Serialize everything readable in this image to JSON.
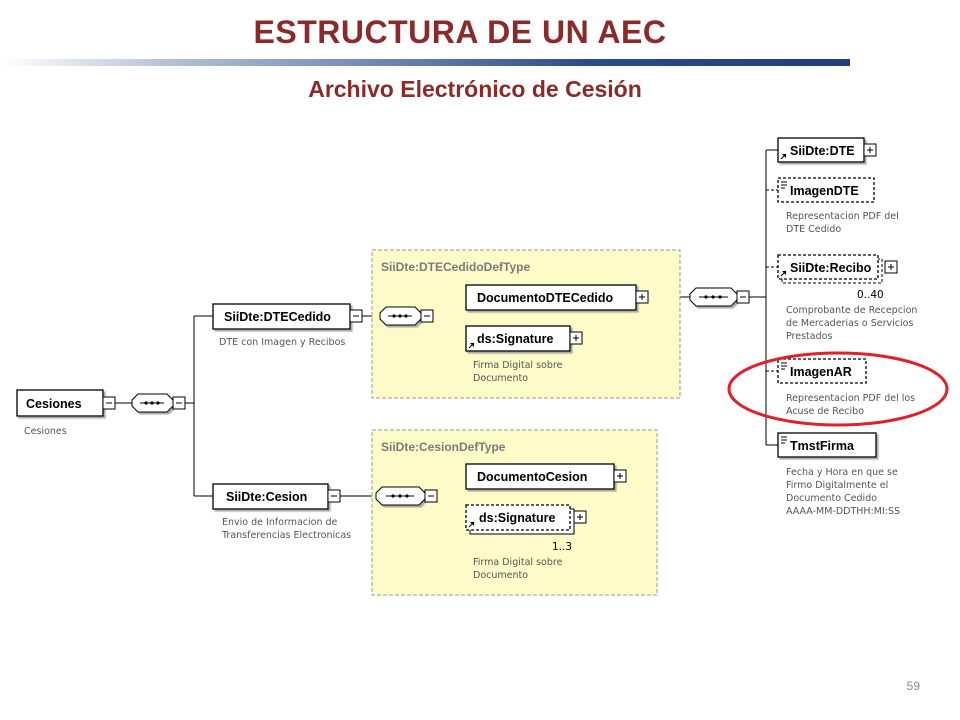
{
  "header": {
    "title": "ESTRUCTURA DE UN AEC",
    "subtitle": "Archivo Electrónico de Cesión",
    "page_number": "59"
  },
  "colors": {
    "title": "#8b2a2a",
    "rule": "#2a4a8c",
    "type_box_fill": "#fdfbc8",
    "highlight_ellipse": "#e0202a"
  },
  "diagram": {
    "root": {
      "name": "Cesiones",
      "annotation": "Cesiones"
    },
    "dte_cedido": {
      "name": "SiiDte:DTECedido",
      "annotation": "DTE con Imagen y Recibos"
    },
    "cesion": {
      "name": "SiiDte:Cesion",
      "annotation_line1": "Envio de Informacion de",
      "annotation_line2": "Transferencias  Electronicas"
    },
    "dte_cedido_type": {
      "label": "SiiDte:DTECedidoDefType",
      "documento": "DocumentoDTECedido",
      "signature": "ds:Signature",
      "signature_annotation_line1": "Firma Digital sobre",
      "signature_annotation_line2": "Documento"
    },
    "cesion_type": {
      "label": "SiiDte:CesionDefType",
      "documento": "DocumentoCesion",
      "signature": "ds:Signature",
      "signature_cardinality": "1..3",
      "signature_annotation_line1": "Firma Digital sobre",
      "signature_annotation_line2": "Documento"
    },
    "documento_children": {
      "dte": {
        "name": "SiiDte:DTE"
      },
      "imagen_dte": {
        "name": "ImagenDTE",
        "annotation_line1": "Representacion PDF del",
        "annotation_line2": "DTE Cedido"
      },
      "recibo": {
        "name": "SiiDte:Recibo",
        "cardinality": "0..40",
        "annotation_line1": "Comprobante de Recepcion",
        "annotation_line2": "de Mercaderias o Servicios",
        "annotation_line3": "Prestados"
      },
      "imagen_ar": {
        "name": "ImagenAR",
        "annotation_line1": "Representacion PDF del los",
        "annotation_line2": "Acuse de Recibo"
      },
      "tmst_firma": {
        "name": "TmstFirma",
        "annotation_line1": "Fecha y Hora en que se",
        "annotation_line2": "Firmo Digitalmente el",
        "annotation_line3": "Documento Cedido",
        "annotation_line4": "AAAA-MM-DDTHH:MI:SS"
      }
    }
  }
}
